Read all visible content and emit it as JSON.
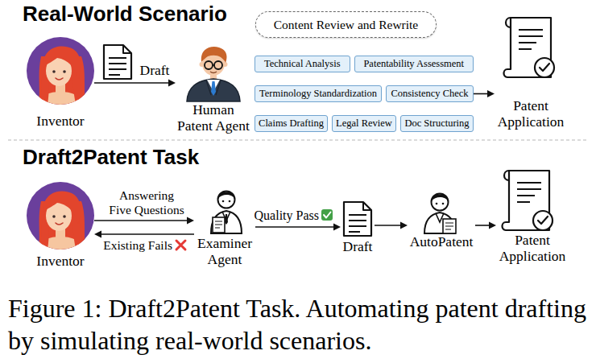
{
  "diagram": {
    "caption": "Figure 1: Draft2Patent Task. Automating patent drafting by simulating real-world scenarios.",
    "nodes": [
      {
        "text": [
          "Inventor"
        ]
      },
      {
        "text": [
          "Human Patent Agent"
        ]
      },
      {
        "text": [
          "Content Review and Rewrite"
        ]
      },
      {
        "text": [
          "Technical Analysis"
        ]
      },
      {
        "text": [
          "Patentability Assessment"
        ]
      },
      {
        "text": [
          "Terminology Standardization"
        ]
      },
      {
        "text": [
          "Consistency Check"
        ]
      },
      {
        "text": [
          "Claims Drafting"
        ]
      },
      {
        "text": [
          "Legal Review"
        ]
      },
      {
        "text": [
          "Doc Structuring"
        ]
      },
      {
        "text": [
          "Patent Application"
        ]
      },
      {
        "text": [
          "Inventor"
        ]
      },
      {
        "text": [
          "Examiner Agent"
        ]
      },
      {
        "text": [
          "Draft"
        ]
      },
      {
        "text": [
          "AutoPatent"
        ]
      },
      {
        "text": [
          "Patent Application"
        ]
      }
    ],
    "edges": [
      {
        "from": 0,
        "to": 1,
        "label": "Draft",
        "arrow": "to"
      },
      {
        "from": 6,
        "to": 10,
        "arrow": "to"
      },
      {
        "from": 11,
        "to": 12,
        "label": "Answering Five Questions",
        "arrow": "to"
      },
      {
        "from": 12,
        "to": 11,
        "label": "Existing Fails",
        "arrow": "to"
      },
      {
        "from": 12,
        "to": 13,
        "label": "Quality Pass",
        "arrow": "to"
      },
      {
        "from": 13,
        "to": 14,
        "arrow": "to"
      },
      {
        "from": 14,
        "to": 15,
        "arrow": "to"
      }
    ],
    "labels": [
      "Real-World Scenario",
      "Draft2Patent Task"
    ]
  }
}
